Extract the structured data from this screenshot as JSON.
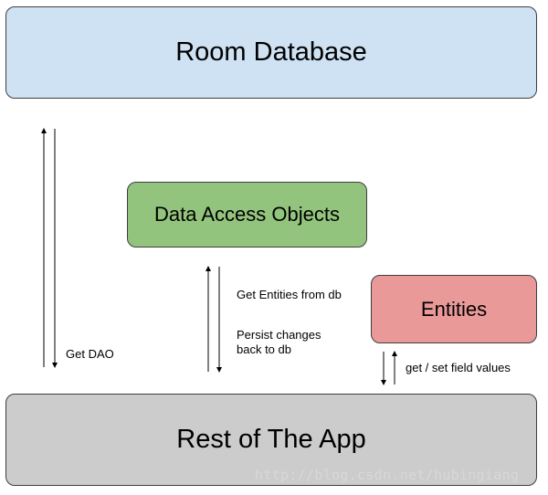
{
  "nodes": {
    "room_database": "Room Database",
    "data_access_objects": "Data Access Objects",
    "entities": "Entities",
    "rest_of_app": "Rest of The App"
  },
  "edge_labels": {
    "get_dao": "Get DAO",
    "get_entities": "Get Entities from db",
    "persist_changes": "Persist changes\nback to db",
    "field_values": "get / set field values"
  },
  "watermark": "http://blog.csdn.net/hubingiang",
  "colors": {
    "room_database": "#cfe2f3",
    "data_access_objects": "#93c47d",
    "entities": "#ea9999",
    "rest_of_app": "#cccccc",
    "border": "#3f3f3f"
  }
}
